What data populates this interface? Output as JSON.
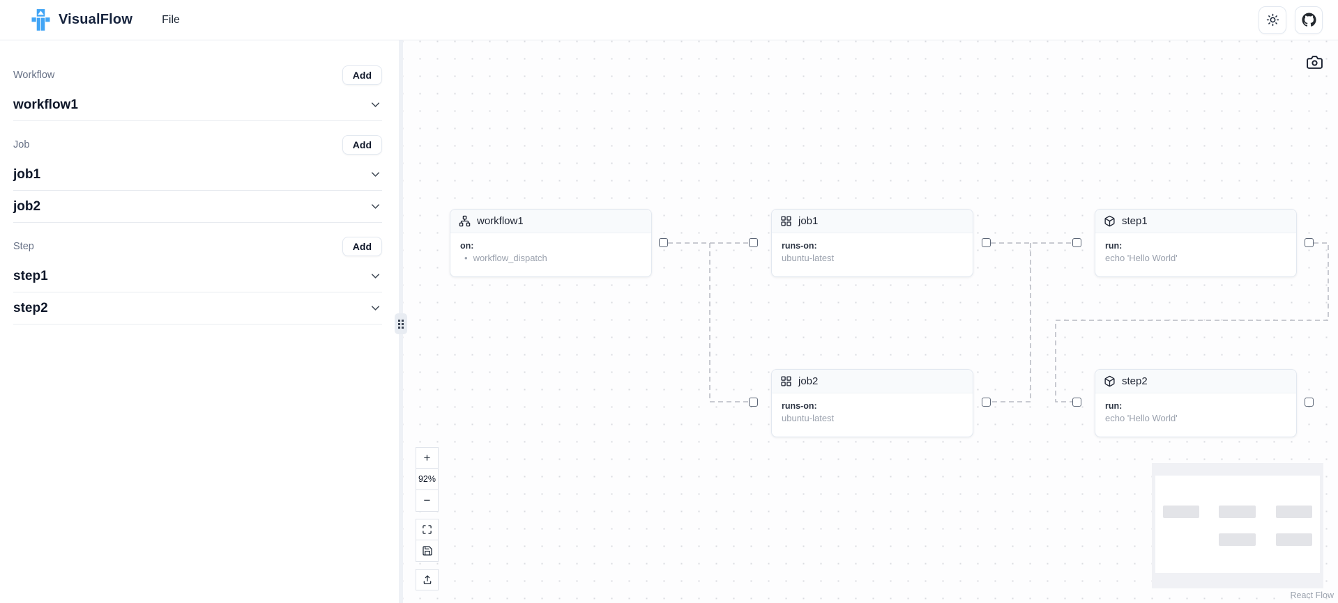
{
  "header": {
    "brand": "VisualFlow",
    "menu": [
      {
        "label": "File"
      }
    ],
    "actions": [
      {
        "icon": "sun-icon"
      },
      {
        "icon": "github-icon"
      }
    ]
  },
  "sidebar": {
    "sections": [
      {
        "label": "Workflow",
        "add_label": "Add",
        "items": [
          {
            "name": "workflow1"
          }
        ]
      },
      {
        "label": "Job",
        "add_label": "Add",
        "items": [
          {
            "name": "job1"
          },
          {
            "name": "job2"
          }
        ]
      },
      {
        "label": "Step",
        "add_label": "Add",
        "items": [
          {
            "name": "step1"
          },
          {
            "name": "step2"
          }
        ]
      }
    ]
  },
  "canvas": {
    "nodes": [
      {
        "type": "workflow",
        "icon": "network-icon",
        "title": "workflow1",
        "field_label": "on:",
        "bullet": "•",
        "field_value": "workflow_dispatch"
      },
      {
        "type": "job",
        "icon": "grid-icon",
        "title": "job1",
        "field_label": "runs-on:",
        "field_value": "ubuntu-latest"
      },
      {
        "type": "step",
        "icon": "box-icon",
        "title": "step1",
        "field_label": "run:",
        "field_value": "echo 'Hello World'"
      },
      {
        "type": "job",
        "icon": "grid-icon",
        "title": "job2",
        "field_label": "runs-on:",
        "field_value": "ubuntu-latest"
      },
      {
        "type": "step",
        "icon": "box-icon",
        "title": "step2",
        "field_label": "run:",
        "field_value": "echo 'Hello World'"
      }
    ],
    "controls": {
      "zoom_in_glyph": "+",
      "zoom_level": "92%",
      "zoom_out_glyph": "−"
    },
    "attribution": "React Flow"
  },
  "colors": {
    "accent_blue": "#42a5f5",
    "edge_gray": "#b7bac2",
    "node_border": "#e2e8f0",
    "handle_border": "#5b6576"
  }
}
